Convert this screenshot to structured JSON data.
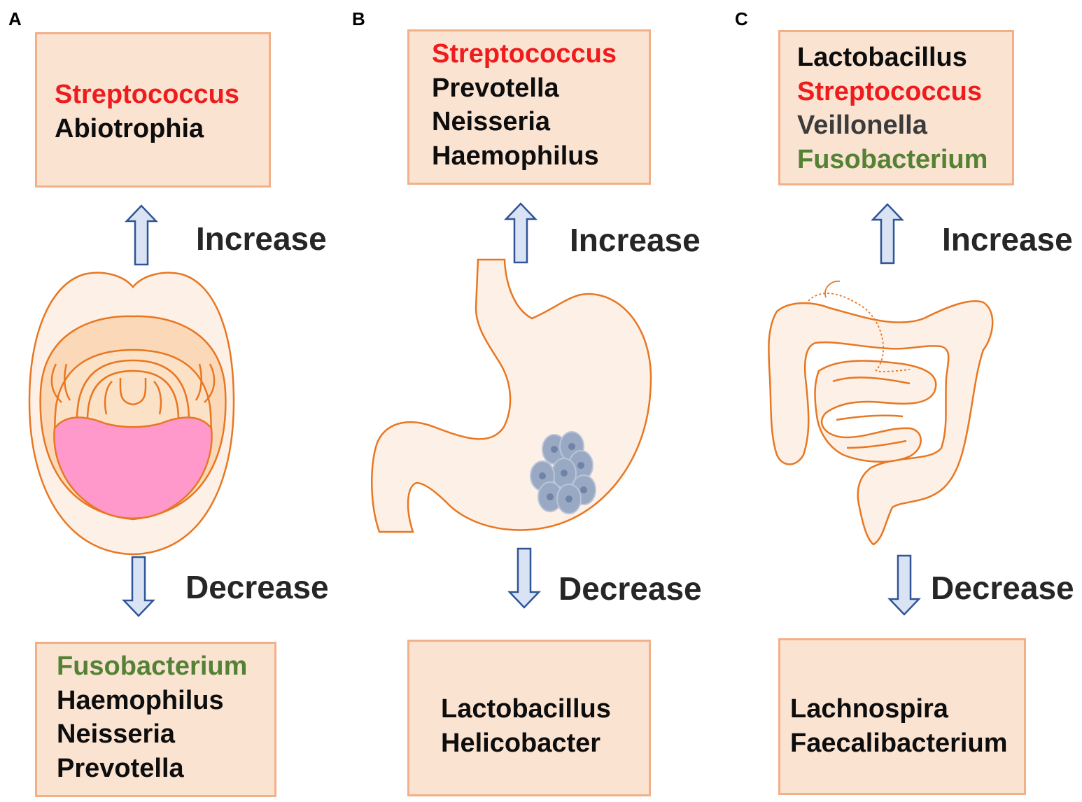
{
  "panels": [
    {
      "letter": "A",
      "increase_label": "Increase",
      "decrease_label": "Decrease",
      "increased": [
        "Streptococcus",
        "Abiotrophia"
      ],
      "decreased": [
        "Fusobacterium",
        "Haemophilus",
        "Neisseria",
        "Prevotella"
      ]
    },
    {
      "letter": "B",
      "increase_label": "Increase",
      "decrease_label": "Decrease",
      "increased": [
        "Streptococcus",
        "Prevotella",
        "Neisseria",
        "Haemophilus"
      ],
      "decreased": [
        "Lactobacillus",
        "Helicobacter"
      ]
    },
    {
      "letter": "C",
      "increase_label": "Increase",
      "decrease_label": "Decrease",
      "increased": [
        "Lactobacillus",
        "Streptococcus",
        "Veillonella",
        "Fusobacterium"
      ],
      "decreased": [
        "Lachnospira",
        "Faecalibacterium"
      ]
    }
  ],
  "colors": {
    "box_fill": "#fbe3d2",
    "box_border": "#f2b088",
    "organ_outline": "#e87722",
    "organ_fill": "#fdf0e6",
    "arrow_fill": "#dae3f3",
    "arrow_stroke": "#2f5597",
    "tongue": "#ff99cc",
    "tumor": "#9aa9c3",
    "highlight_red": "#ee1c1c",
    "highlight_green": "#548235"
  }
}
